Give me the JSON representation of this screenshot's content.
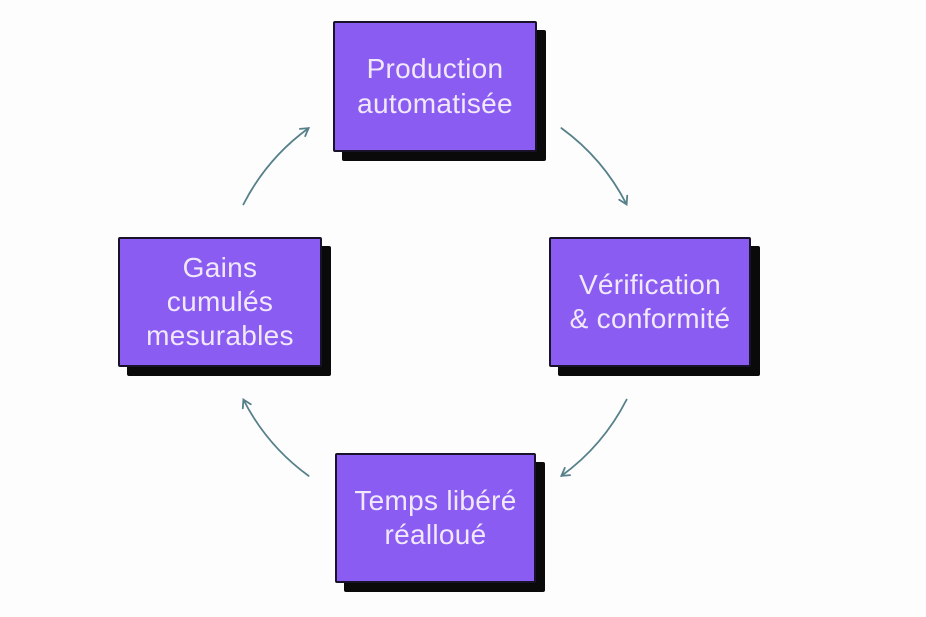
{
  "diagram": {
    "type": "cycle",
    "direction": "clockwise",
    "nodes": [
      {
        "id": "production-automatisee",
        "position": "top",
        "label": "Production\nautomatisée"
      },
      {
        "id": "verification-conformite",
        "position": "right",
        "label": "Vérification\n& conformité"
      },
      {
        "id": "temps-libere-realloue",
        "position": "bottom",
        "label": "Temps libéré\nréalloué"
      },
      {
        "id": "gains-cumules-mesurables",
        "position": "left",
        "label": "Gains\ncumulés\nmesurables"
      }
    ],
    "arrows": [
      {
        "from": "Production automatisée",
        "to": "Vérification & conformité"
      },
      {
        "from": "Vérification & conformité",
        "to": "Temps libéré réalloué"
      },
      {
        "from": "Temps libéré réalloué",
        "to": "Gains cumulés mesurables"
      },
      {
        "from": "Gains cumulés mesurables",
        "to": "Production automatisée"
      }
    ],
    "colors": {
      "background": "#fdfdfd",
      "node_fill": "#8a5cf2",
      "node_border": "#18122b",
      "node_shadow": "#0a0a0a",
      "node_text": "#f1e9fb",
      "arrow": "#56808a"
    }
  }
}
